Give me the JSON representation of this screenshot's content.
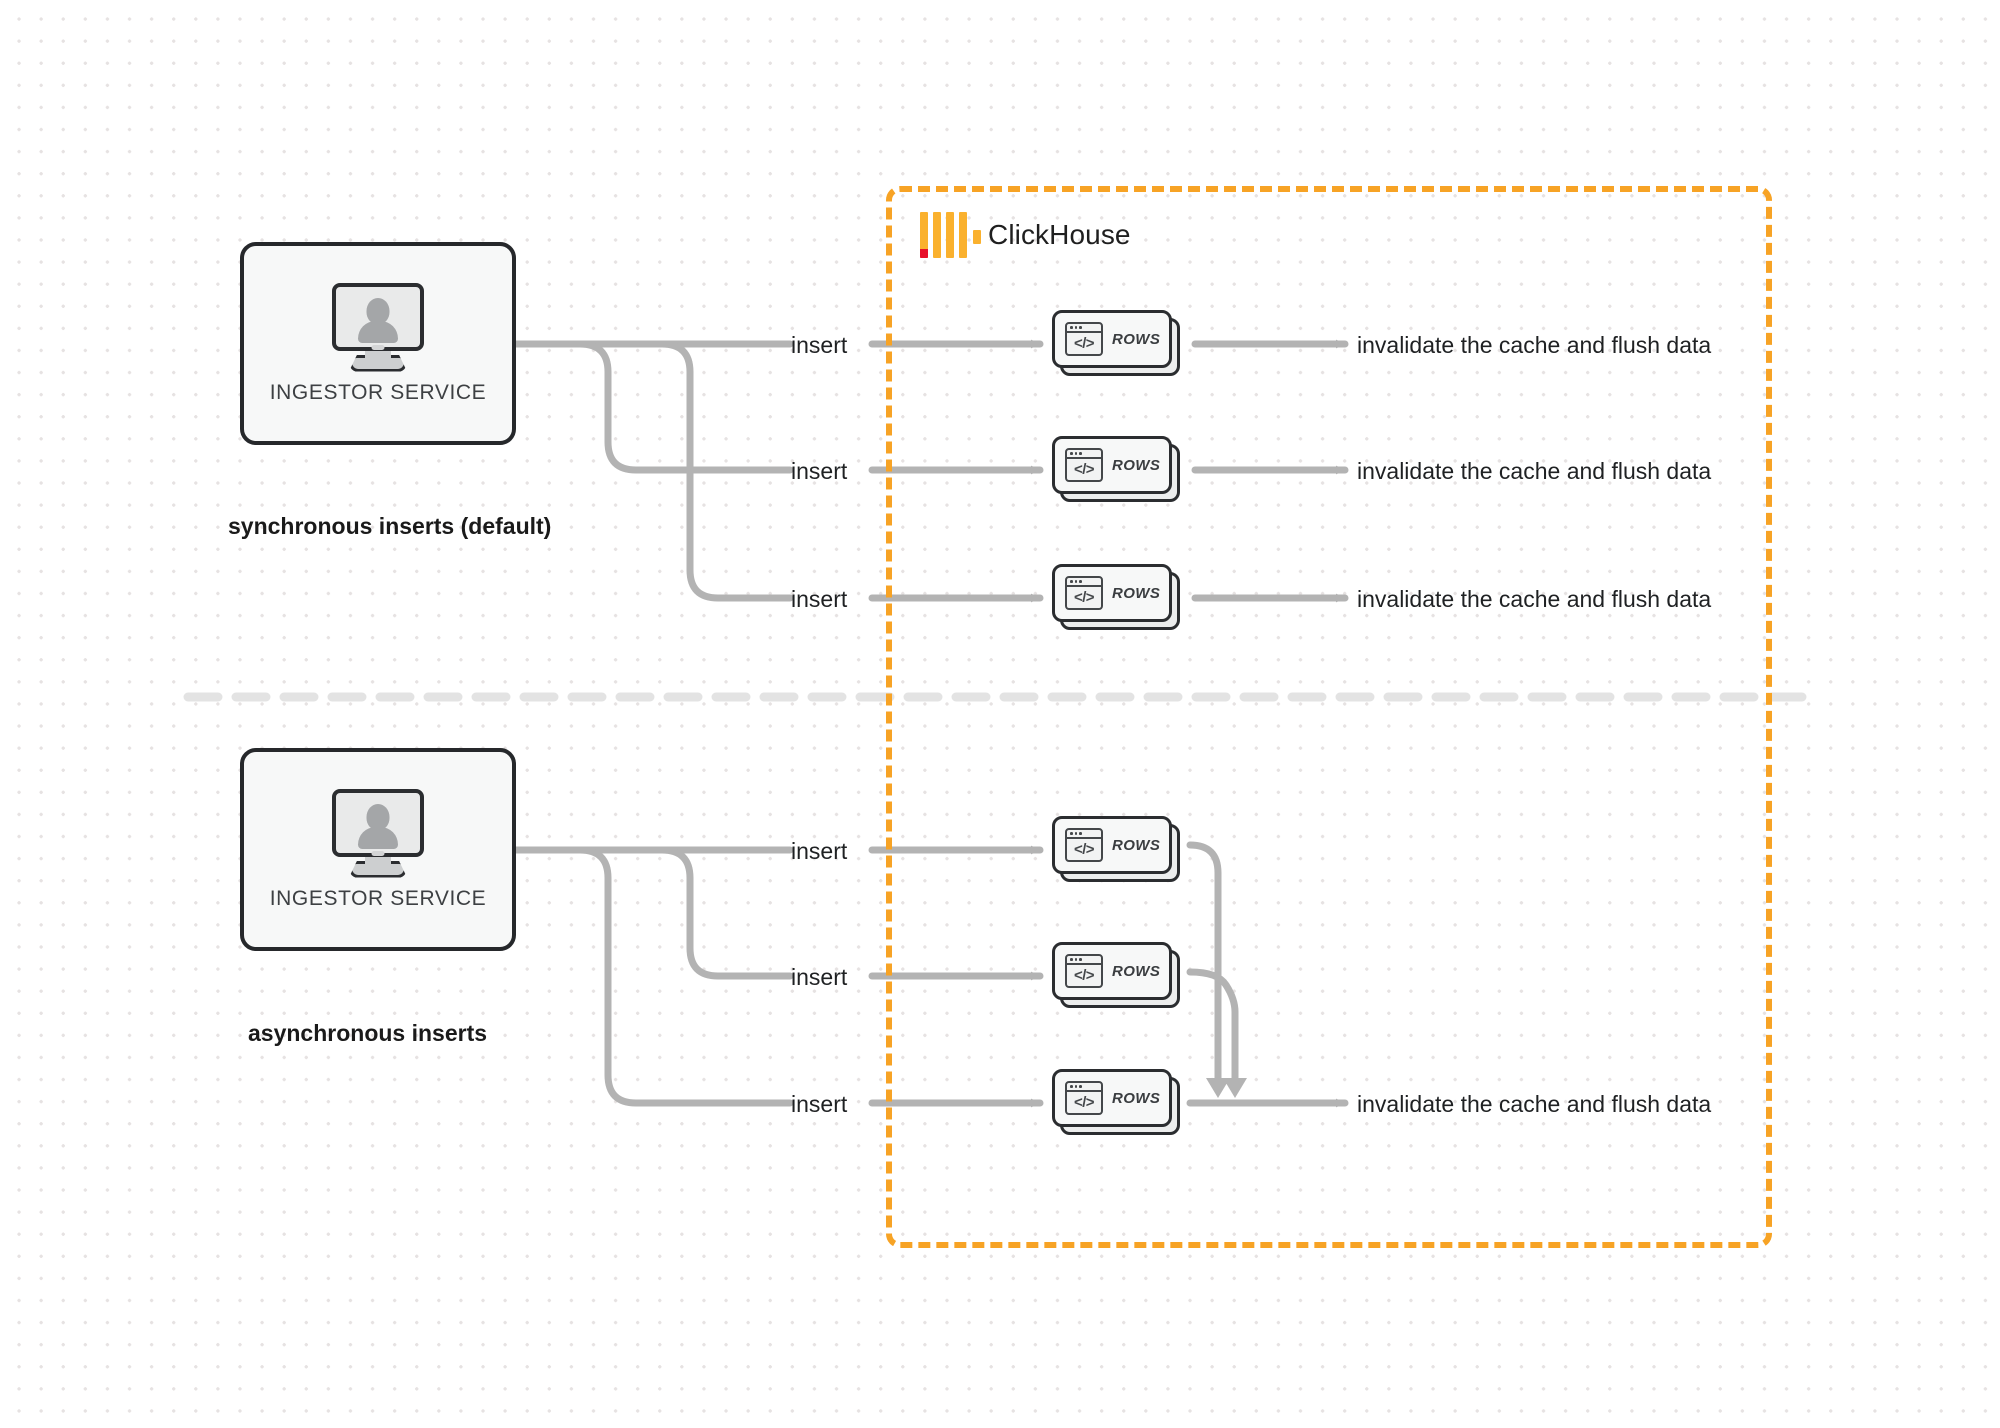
{
  "diagram": {
    "title": "ClickHouse synchronous vs asynchronous inserts",
    "background": "#ffffff",
    "grid_dot_color": "#e6e2e2"
  },
  "clickhouse_boundary": {
    "brand_name": "ClickHouse",
    "border_color": "#F7A325",
    "logo": {
      "icon_name": "clickhouse-logo",
      "bar_color": "#FAB12E",
      "accent_color": "#E8102A"
    }
  },
  "sections": [
    {
      "id": "sync",
      "caption": "synchronous inserts (default)",
      "service": {
        "label": "INGESTOR SERVICE",
        "icon_name": "desktop-user-icon"
      },
      "rows": [
        {
          "insert_label": "insert",
          "card_label": "ROWS",
          "outcome_label": "invalidate the cache and flush data"
        },
        {
          "insert_label": "insert",
          "card_label": "ROWS",
          "outcome_label": "invalidate the cache and flush data"
        },
        {
          "insert_label": "insert",
          "card_label": "ROWS",
          "outcome_label": "invalidate the cache and flush data"
        }
      ]
    },
    {
      "id": "async",
      "caption": "asynchronous inserts",
      "service": {
        "label": "INGESTOR SERVICE",
        "icon_name": "desktop-user-icon"
      },
      "rows": [
        {
          "insert_label": "insert",
          "card_label": "ROWS"
        },
        {
          "insert_label": "insert",
          "card_label": "ROWS"
        },
        {
          "insert_label": "insert",
          "card_label": "ROWS"
        }
      ],
      "merged_outcome_label": "invalidate the cache and flush data"
    }
  ],
  "colors": {
    "wire": "#b3b3b3",
    "node_border": "#26282b",
    "node_fill": "#f7f8f8",
    "divider": "#e3e3e3",
    "text": "#1f2123"
  }
}
